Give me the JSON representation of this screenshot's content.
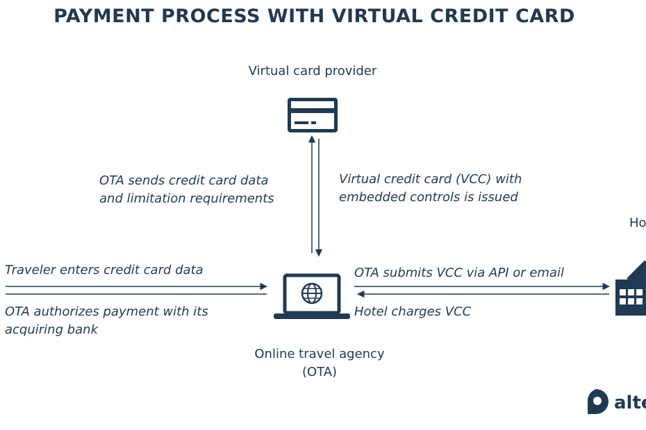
{
  "title": "PAYMENT PROCESS WITH VIRTUAL CREDIT CARD",
  "nodes": {
    "provider": "Virtual card provider",
    "ota_line1": "Online travel agency",
    "ota_line2": "(OTA)",
    "hotel": "Ho"
  },
  "flows": {
    "ota_sends": [
      "OTA sends credit card data",
      "and limitation requirements"
    ],
    "vcc_issued": [
      "Virtual credit card (VCC) with",
      "embedded controls is issued"
    ],
    "traveler_enters": "Traveler enters credit card data",
    "ota_authorizes": [
      "OTA authorizes payment with its",
      "acquiring bank"
    ],
    "ota_submits": "OTA submits VCC via API or email",
    "hotel_charges": "Hotel charges VCC"
  },
  "icons": {
    "provider": "credit-card-icon",
    "ota": "laptop-globe-icon",
    "hotel": "hotel-building-icon",
    "logo": "altexsoft-logo-icon"
  },
  "logo_text": "alte",
  "colors": {
    "primary": "#1f3a52",
    "background": "#ffffff"
  }
}
